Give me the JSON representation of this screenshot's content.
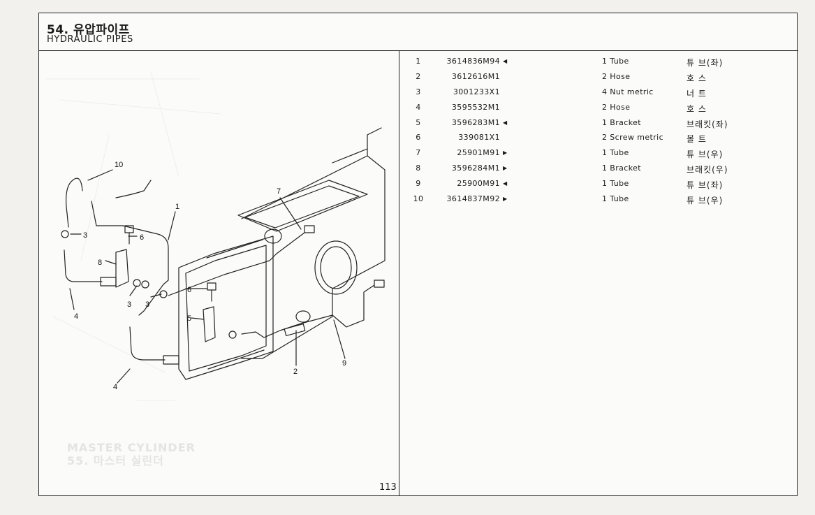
{
  "header": {
    "title_ko": "54. 유압파이프",
    "title_en": "HYDRAULIC PIPES"
  },
  "figure": {
    "callouts": [
      "10",
      "1",
      "3",
      "6",
      "8",
      "3",
      "3",
      "4",
      "7",
      "6",
      "5",
      "2",
      "9",
      "4"
    ],
    "page_number": "113",
    "ghost_text": [
      "MASTER CYLINDER",
      "55. 마스터 실린더"
    ]
  },
  "parts": [
    {
      "no": "1",
      "part": "3614836M94",
      "mark": "◀",
      "desc": "1 Tube",
      "ko": "튜  브(좌)"
    },
    {
      "no": "2",
      "part": "3612616M1",
      "mark": "",
      "desc": "2 Hose",
      "ko": "호  스"
    },
    {
      "no": "3",
      "part": "3001233X1",
      "mark": "",
      "desc": "4 Nut metric",
      "ko": "너  트"
    },
    {
      "no": "4",
      "part": "3595532M1",
      "mark": "",
      "desc": "2 Hose",
      "ko": "호  스"
    },
    {
      "no": "5",
      "part": "3596283M1",
      "mark": "◀",
      "desc": "1 Bracket",
      "ko": "브래킷(좌)"
    },
    {
      "no": "6",
      "part": "339081X1",
      "mark": "",
      "desc": "2 Screw metric",
      "ko": "볼  트"
    },
    {
      "no": "7",
      "part": "25901M91",
      "mark": "▶",
      "desc": "1 Tube",
      "ko": "튜  브(우)"
    },
    {
      "no": "8",
      "part": "3596284M1",
      "mark": "▶",
      "desc": "1 Bracket",
      "ko": "브래킷(우)"
    },
    {
      "no": "9",
      "part": "25900M91",
      "mark": "◀",
      "desc": "1 Tube",
      "ko": "튜  브(좌)"
    },
    {
      "no": "10",
      "part": "3614837M92",
      "mark": "▶",
      "desc": "1 Tube",
      "ko": "튜  브(우)"
    }
  ]
}
